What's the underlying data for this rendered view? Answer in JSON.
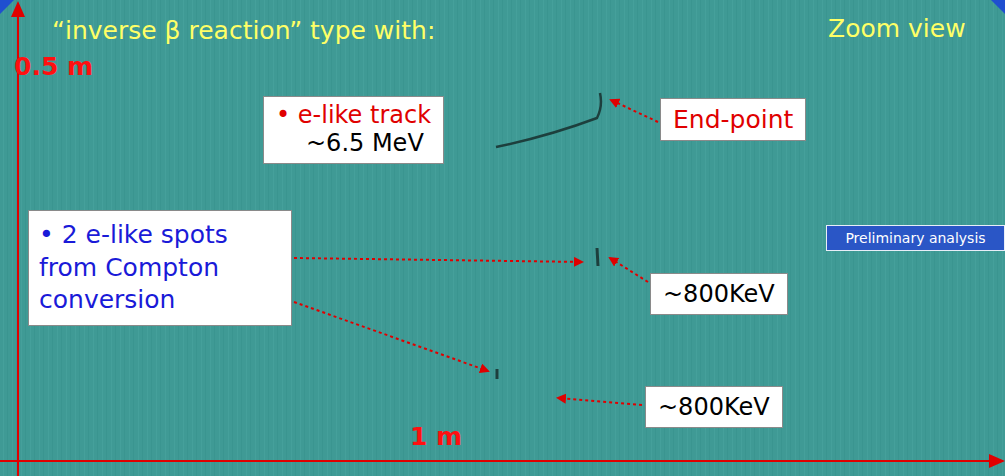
{
  "diagram": {
    "nodes": [
      {
        "text": [
          "• e-like track",
          "~6.5 MeV"
        ]
      },
      {
        "text": [
          "End-point"
        ]
      },
      {
        "text": [
          "• 2 e-like spots from Compton conversion"
        ]
      },
      {
        "text": [
          "Preliminary analysis"
        ]
      },
      {
        "text": [
          "~800KeV"
        ]
      },
      {
        "text": [
          "~800KeV"
        ]
      }
    ],
    "labels": [
      "“inverse β reaction” type with:",
      "Zoom view",
      "0.5 m",
      "1 m"
    ]
  }
}
